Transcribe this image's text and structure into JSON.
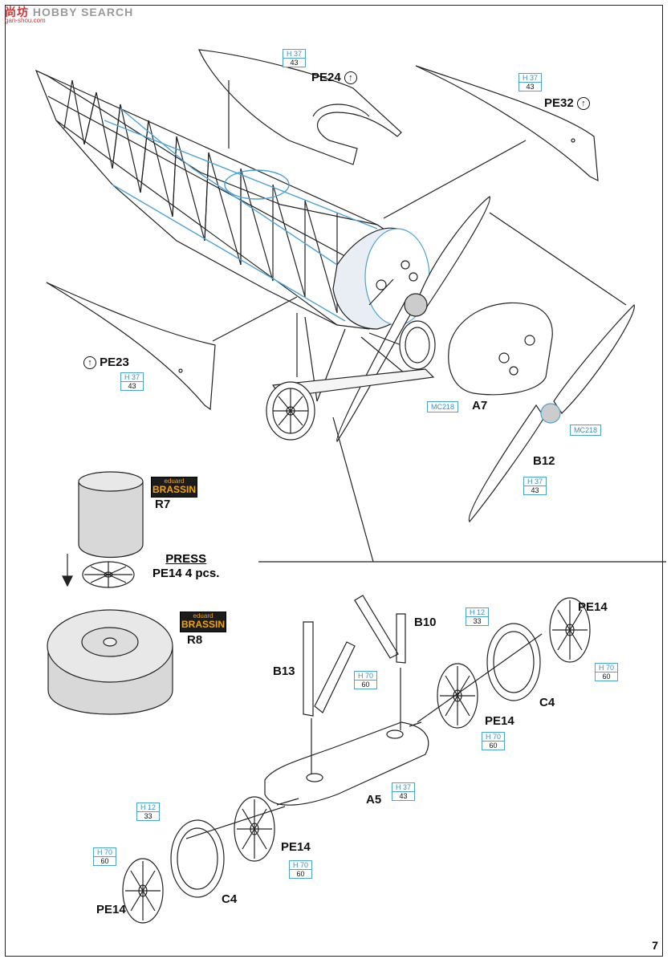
{
  "watermark": {
    "logo": "HOBBY SEARCH",
    "logo_cn": "尚坊",
    "domain": "gan-shou.com"
  },
  "page_number": "7",
  "parts": {
    "pe24": "PE24",
    "pe32": "PE32",
    "pe23": "PE23",
    "a7": "A7",
    "b12": "B12",
    "r7": "R7",
    "r8": "R8",
    "b10": "B10",
    "b13": "B13",
    "a5": "A5",
    "pe14_top": "PE14",
    "pe14_mid": "PE14",
    "pe14_low": "PE14",
    "pe14_bottom": "PE14",
    "c4_right": "C4",
    "c4_left": "C4"
  },
  "press": {
    "title": "PRESS",
    "detail": "PE14  4 pcs."
  },
  "brassin": {
    "brand": "eduard",
    "line": "BRASSIN"
  },
  "paint_codes": {
    "pe24": {
      "top": "H 37",
      "bottom": "43"
    },
    "pe32": {
      "top": "H 37",
      "bottom": "43"
    },
    "pe23": {
      "top": "H 37",
      "bottom": "43"
    },
    "b12": {
      "top": "H 37",
      "bottom": "43"
    },
    "a5": {
      "top": "H 37",
      "bottom": "43"
    },
    "c4_right": {
      "top": "H 12",
      "bottom": "33"
    },
    "c4_left": {
      "top": "H 12",
      "bottom": "33"
    },
    "b13": {
      "top": "H 70",
      "bottom": "60"
    },
    "pe14_right": {
      "top": "H 70",
      "bottom": "60"
    },
    "pe14_mid": {
      "top": "H 70",
      "bottom": "60"
    },
    "pe14_mid2": {
      "top": "H 70",
      "bottom": "60"
    },
    "pe14_left": {
      "top": "H 70",
      "bottom": "60"
    }
  },
  "metal_codes": {
    "a7": "MC218",
    "b12": "MC218"
  },
  "colors": {
    "ink": "#222222",
    "accent_blue": "#4aa3d6",
    "brassin_orange": "#f5a300",
    "surface_grey": "#e4e4e4"
  }
}
